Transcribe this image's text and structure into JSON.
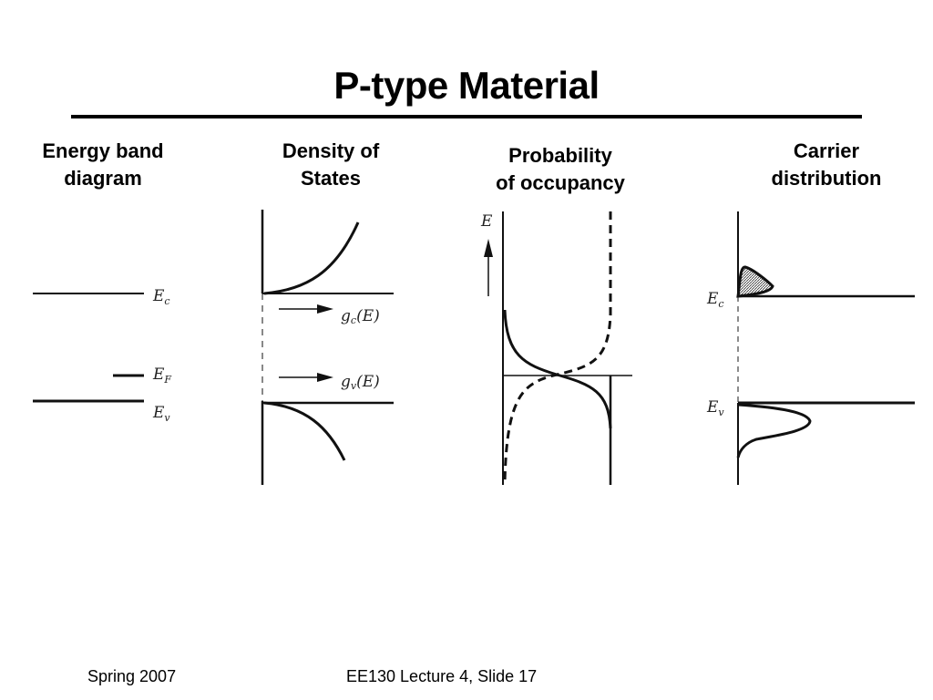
{
  "slide": {
    "title": "P-type Material",
    "columns": [
      {
        "heading": "Energy band\ndiagram"
      },
      {
        "heading": "Density of\nStates"
      },
      {
        "heading": "Probability\nof occupancy"
      },
      {
        "heading": "Carrier\ndistribution"
      }
    ],
    "labels": {
      "ec": "E",
      "ec_sub": "c",
      "ef": "E",
      "ef_sub": "F",
      "ev": "E",
      "ev_sub": "v",
      "gc": "g",
      "gc_sub": "c",
      "gc_arg": "(E)",
      "gv": "g",
      "gv_sub": "v",
      "gv_arg": "(E)",
      "energy_axis": "E"
    },
    "footer": {
      "left": "Spring 2007",
      "center": "EE130 Lecture 4, Slide 17"
    }
  }
}
